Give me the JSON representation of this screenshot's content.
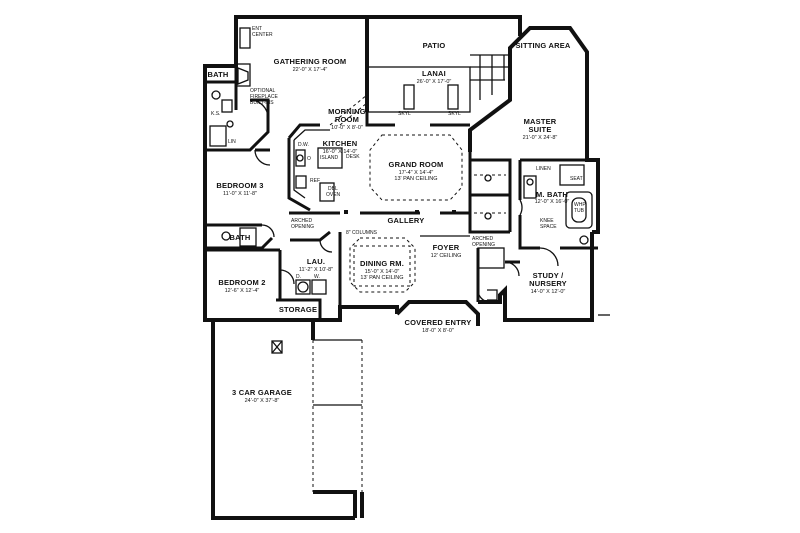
{
  "rooms": {
    "gathering_room": {
      "name": "GATHERING ROOM",
      "dims": "22'-0\" X 17'-4\""
    },
    "patio": {
      "name": "PATIO"
    },
    "lanai": {
      "name": "LANAI",
      "dims": "26'-0\" X 17'-0\""
    },
    "sitting_area": {
      "name": "SITTING AREA"
    },
    "master_suite": {
      "name": "MASTER",
      "name2": "SUITE",
      "dims": "21'-0\" X 24'-8\""
    },
    "morning_room": {
      "name": "MORNING",
      "name2": "ROOM",
      "dims": "10'-0\" X 8'-0\""
    },
    "kitchen": {
      "name": "KITCHEN",
      "dims": "16'-0\" X 14'-0\""
    },
    "grand_room": {
      "name": "GRAND ROOM",
      "dims": "17'-4\" X 14'-4\"",
      "ceiling": "13' PAN CEILING"
    },
    "bedroom3": {
      "name": "BEDROOM 3",
      "dims": "11'-0\" X 11'-8\""
    },
    "bath_top": {
      "name": "BATH"
    },
    "bath_mid": {
      "name": "BATH"
    },
    "gallery": {
      "name": "GALLERY"
    },
    "m_bath": {
      "name": "M. BATH",
      "dims": "12'-0\" X 16'-0\""
    },
    "bedroom2": {
      "name": "BEDROOM 2",
      "dims": "12'-6\" X 12'-4\""
    },
    "laundry": {
      "name": "LAU.",
      "dims": "11'-2\" X 10'-8\""
    },
    "dining": {
      "name": "DINING RM.",
      "dims": "15'-0\" X 14'-0\"",
      "ceiling": "13' PAN CEILING"
    },
    "foyer": {
      "name": "FOYER",
      "ceiling": "12' CEILING"
    },
    "study": {
      "name": "STUDY /",
      "name2": "NURSERY",
      "dims": "14'-0\" X 12'-0\""
    },
    "covered_entry": {
      "name": "COVERED ENTRY",
      "dims": "18'-0\" X 8'-0\""
    },
    "storage": {
      "name": "STORAGE"
    },
    "garage": {
      "name": "3 CAR GARAGE",
      "dims": "24'-0\" X 37'-8\""
    }
  },
  "notes": {
    "ent_center": "ENT",
    "ent_center2": "CENTER",
    "optional_fireplace": "OPTIONAL",
    "optional_fireplace2": "FIREPLACE",
    "built_ins": "BUILT-INS",
    "skyl_left": "SKYL",
    "skyl_right": "SKYL",
    "island": "ISLAND",
    "desk": "DESK",
    "dw": "D.W.",
    "ref": "REF",
    "o": "O",
    "ks": "K.S.",
    "lin": "LIN",
    "dbl_oven": "DBL",
    "dbl_oven2": "OVEN",
    "arched_opening_left": "ARCHED",
    "arched_opening_left2": "OPENING",
    "arched_opening_right": "ARCHED",
    "arched_opening_right2": "OPENING",
    "columns": "8\" COLUMNS",
    "linen": "LINEN",
    "seat": "SEAT",
    "whp_tub": "WHP",
    "whp_tub2": "TUB",
    "knee_space": "KNEE",
    "knee_space2": "SPACE",
    "laundry_dw": "D.",
    "laundry_w": "W."
  }
}
